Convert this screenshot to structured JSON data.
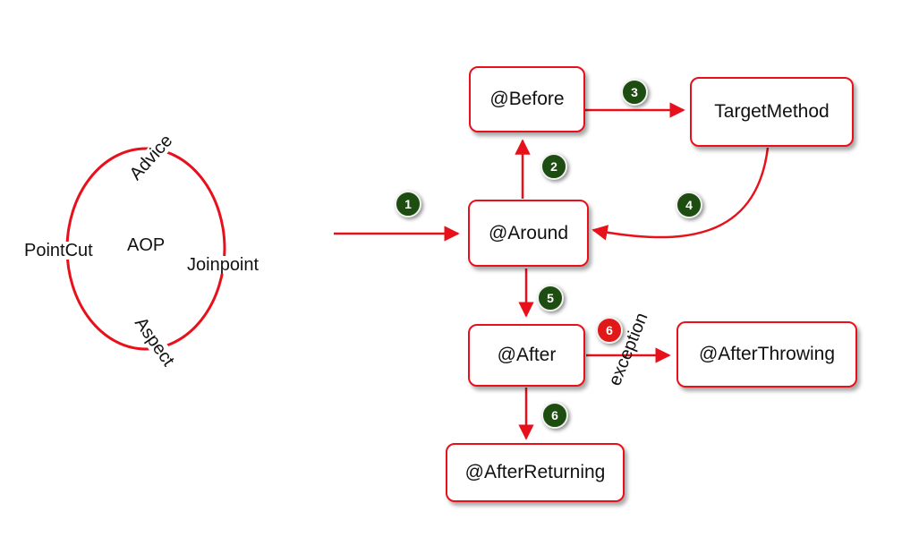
{
  "aop_ring": {
    "center_label": "AOP",
    "labels": {
      "advice": "Advice",
      "pointcut": "PointCut",
      "joinpoint": "Joinpoint",
      "aspect": "Aspect"
    }
  },
  "nodes": {
    "before": "@Before",
    "target_method": "TargetMethod",
    "around": "@Around",
    "after": "@After",
    "after_throwing": "@AfterThrowing",
    "after_returning": "@AfterReturning"
  },
  "steps": {
    "step1": "1",
    "step2": "2",
    "step3": "3",
    "step4": "4",
    "step5": "5",
    "step6_exception": "6",
    "step6_return": "6"
  },
  "edge_labels": {
    "exception": "exception"
  },
  "colors": {
    "accent": "#e8101a",
    "badge_green": "#1e4d12",
    "badge_red": "#e01818"
  }
}
